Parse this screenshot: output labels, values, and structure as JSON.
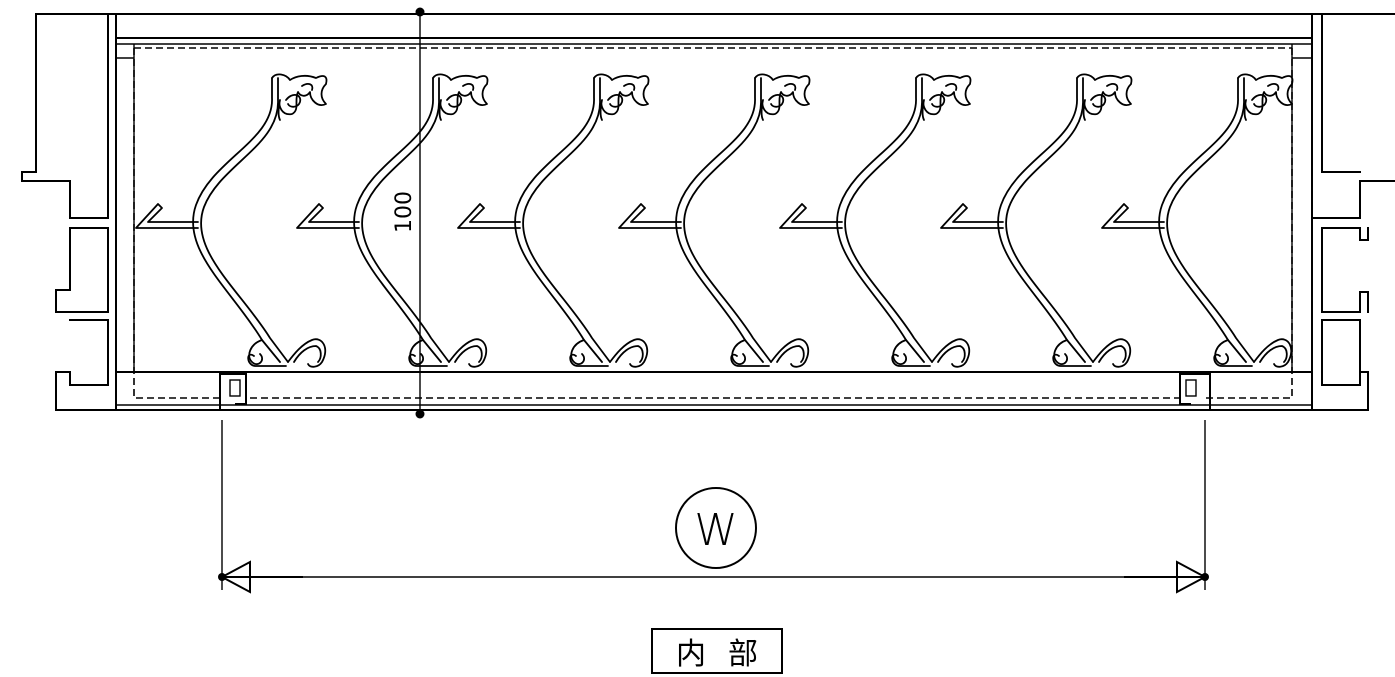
{
  "dimensions": {
    "height_label": "100",
    "width_symbol": "W"
  },
  "caption": "内部",
  "drawing": {
    "blade_count": 7,
    "line_color": "#000000",
    "background": "#ffffff"
  }
}
